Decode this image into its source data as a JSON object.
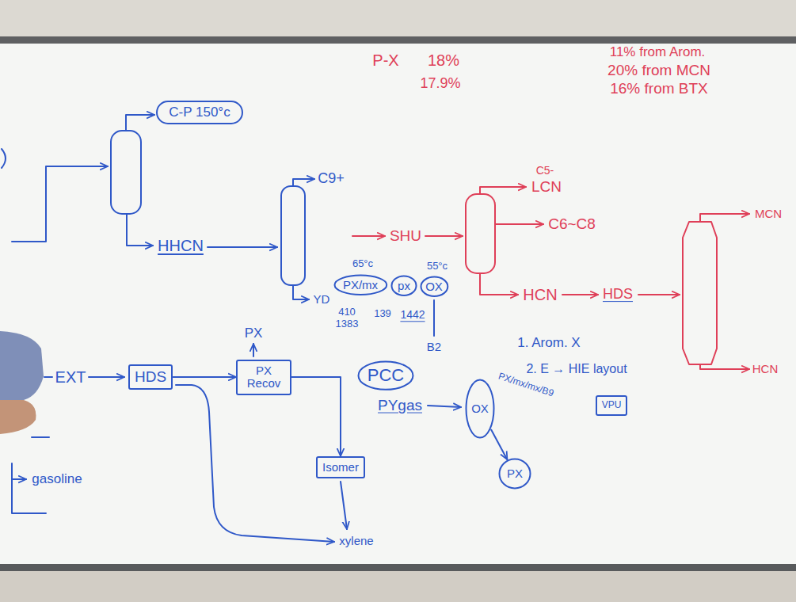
{
  "diagram": {
    "nodes": [
      {
        "text": [
          "C-P 150°c"
        ]
      },
      {
        "text": [
          "PX/mx"
        ]
      },
      {
        "text": [
          "px"
        ]
      },
      {
        "text": [
          "OX"
        ]
      },
      {
        "text": [
          "HDS"
        ]
      },
      {
        "text": [
          "PX Recov"
        ]
      },
      {
        "text": [
          "PCC"
        ]
      },
      {
        "text": [
          "Isomer"
        ]
      },
      {
        "text": [
          "VPU"
        ]
      },
      {
        "text": [
          "OX"
        ]
      },
      {
        "text": [
          "PX"
        ]
      }
    ],
    "edges": [
      {
        "from": 4,
        "to": 5,
        "arrow": "to"
      },
      {
        "from": 5,
        "to": 7,
        "arrow": "to"
      },
      {
        "from": 9,
        "to": 10,
        "arrow": "to"
      }
    ],
    "labels": [
      "P-X",
      "18%",
      "17.9%",
      "11% from Arom.",
      "20% from MCN",
      "16% from BTX",
      "HHCN",
      "C9+",
      "YD",
      "65°c",
      "55°c",
      "410",
      "1383",
      "139",
      "1442",
      "B2",
      "SHU",
      "C5-",
      "LCN",
      "C6~C8",
      "HCN",
      "HDS",
      "MCN",
      "HCN",
      "1. Arom. X",
      "2. E → HIE layout",
      "EXT",
      "PX",
      "PYgas",
      "PX/mx/mx/B9",
      "xylene",
      "gasoline"
    ]
  }
}
